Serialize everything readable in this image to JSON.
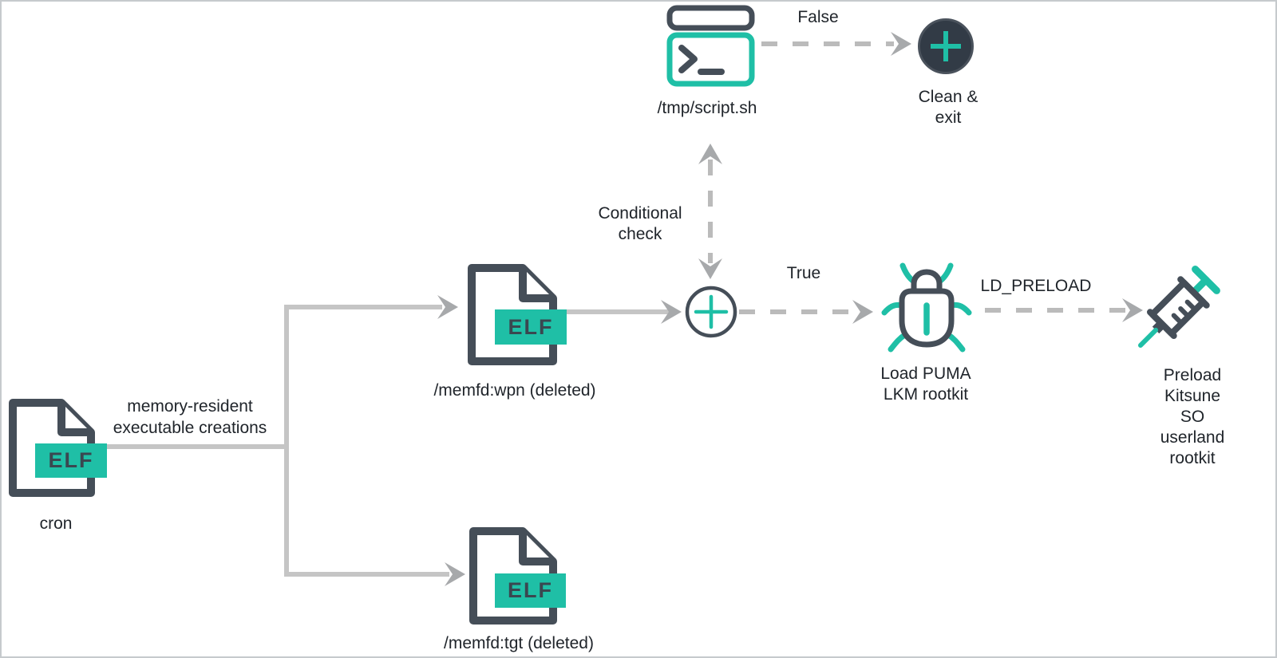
{
  "diagram": {
    "colors": {
      "accent_teal": "#1FBFA6",
      "slate": "#454E58",
      "solid_line": "#C5C5C5",
      "dashed_line": "#BBBBBB",
      "arrowhead": "#A7A9AB",
      "text": "#20252B",
      "dark_circle_fill": "#323B46",
      "dark_circle_ring": "#4A525C",
      "badge_text": "#3A4750"
    },
    "nodes": {
      "cron": {
        "type": "elf-file",
        "badge": "ELF",
        "label": "cron"
      },
      "memfd_wpn": {
        "type": "elf-file",
        "badge": "ELF",
        "label": "/memfd:wpn (deleted)"
      },
      "memfd_tgt": {
        "type": "elf-file",
        "badge": "ELF",
        "label": "/memfd:tgt (deleted)"
      },
      "tmp_script": {
        "type": "terminal",
        "label": "/tmp/script.sh"
      },
      "conditional_junction": {
        "type": "plus-circle"
      },
      "clean_exit": {
        "type": "plus-circle-dark",
        "label": "Clean &\nexit"
      },
      "load_puma": {
        "type": "bug",
        "label": "Load PUMA\nLKM rootkit"
      },
      "preload_kitsune": {
        "type": "syringe",
        "label": "Preload Kitsune SO\nuserland rootkit"
      }
    },
    "edge_labels": {
      "branch": "memory-resident\nexecutable creations",
      "conditional": "Conditional\ncheck",
      "false": "False",
      "true": "True",
      "ld_preload": "LD_PRELOAD"
    }
  }
}
